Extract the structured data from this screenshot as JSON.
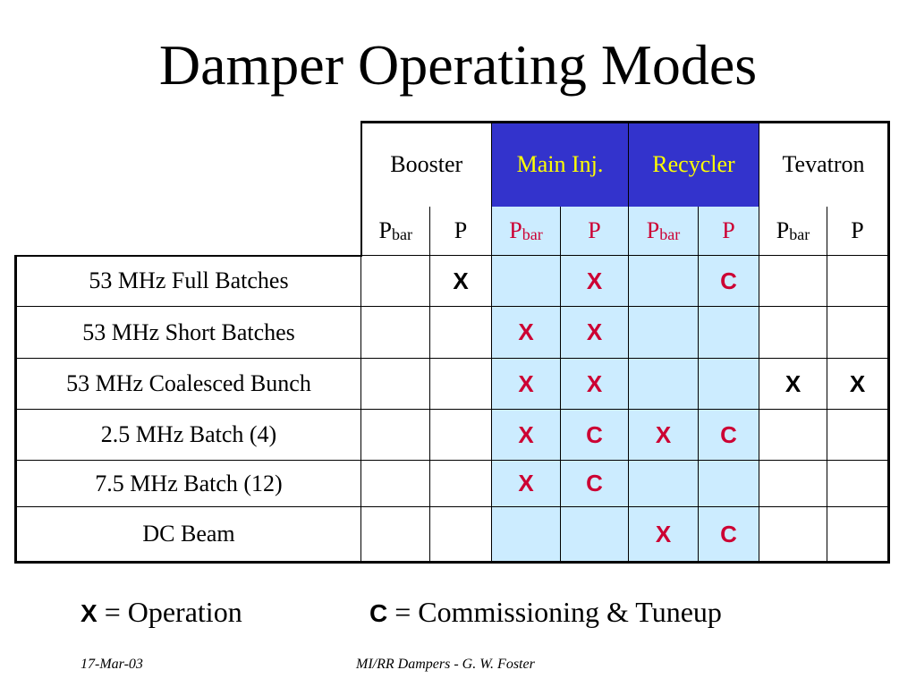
{
  "title": "Damper Operating Modes",
  "colors": {
    "header_blue": "#3333cc",
    "header_yellow": "#ffff00",
    "cell_light_blue": "#ccecff",
    "mark_red": "#cc0033"
  },
  "table": {
    "groups": [
      "Booster",
      "Main Inj.",
      "Recycler",
      "Tevatron"
    ],
    "subheaders": {
      "pbar": {
        "main": "P",
        "sub": "bar"
      },
      "p": "P"
    },
    "rows": [
      {
        "label": "53 MHz Full Batches",
        "cells": [
          "",
          "X",
          "",
          "X",
          "",
          "C",
          "",
          ""
        ]
      },
      {
        "label": "53 MHz Short Batches",
        "cells": [
          "",
          "",
          "X",
          "X",
          "",
          "",
          "",
          ""
        ]
      },
      {
        "label": "53 MHz Coalesced Bunch",
        "cells": [
          "",
          "",
          "X",
          "X",
          "",
          "",
          "X",
          "X"
        ]
      },
      {
        "label": "2.5 MHz Batch (4)",
        "cells": [
          "",
          "",
          "X",
          "C",
          "X",
          "C",
          "",
          ""
        ]
      },
      {
        "label": "7.5 MHz Batch (12)",
        "cells": [
          "",
          "",
          "X",
          "C",
          "",
          "",
          "",
          ""
        ]
      },
      {
        "label": "DC Beam",
        "cells": [
          "",
          "",
          "",
          "",
          "X",
          "C",
          "",
          ""
        ]
      }
    ]
  },
  "legend": {
    "x_symbol": "X",
    "x_text": "= Operation",
    "c_symbol": "C",
    "c_text": "= Commissioning & Tuneup"
  },
  "footer": {
    "date": "17-Mar-03",
    "author": "MI/RR Dampers - G. W. Foster"
  }
}
